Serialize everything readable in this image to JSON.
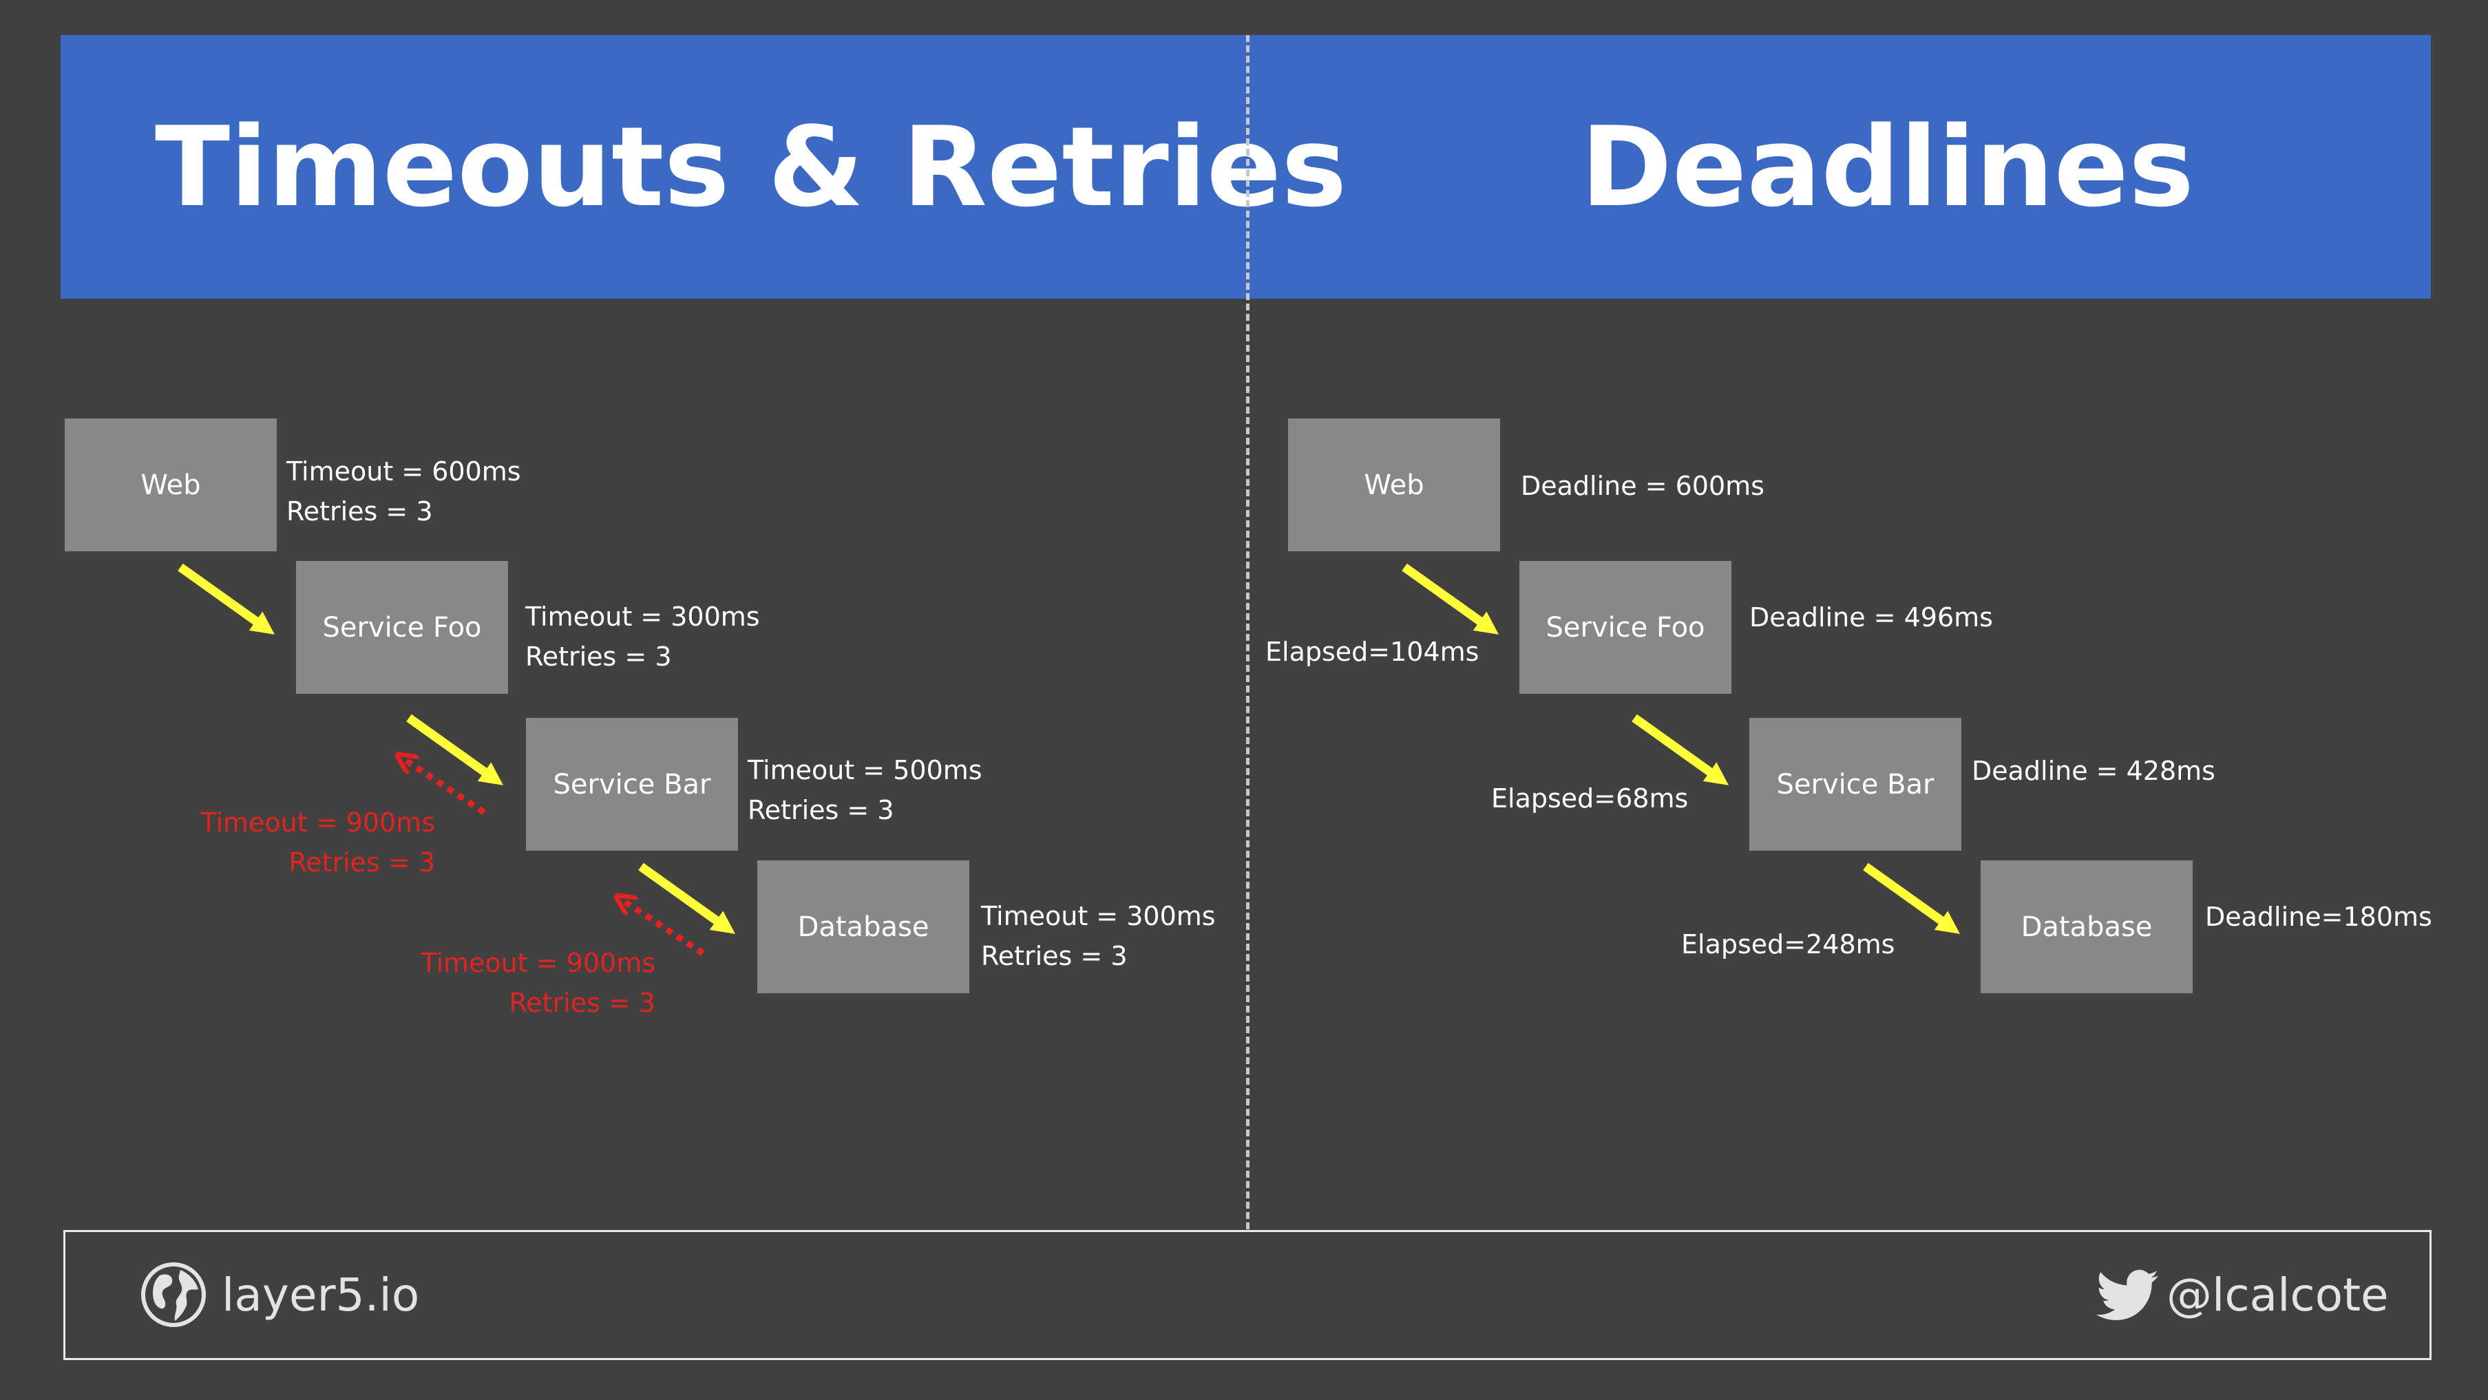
{
  "colors": {
    "background": "#414141",
    "banner": "#3c69c4",
    "box": "#888888",
    "forward_arrow": "#ffff3a",
    "retry_arrow": "#e2231f",
    "retry_text": "#e2231f"
  },
  "left": {
    "title": "Timeouts & Retries",
    "nodes": [
      {
        "name": "Web",
        "line1": "Timeout = 600ms",
        "line2": "Retries = 3"
      },
      {
        "name": "Service Foo",
        "line1": "Timeout = 300ms",
        "line2": "Retries = 3"
      },
      {
        "name": "Service Bar",
        "line1": "Timeout = 500ms",
        "line2": "Retries = 3"
      },
      {
        "name": "Database",
        "line1": "Timeout = 300ms",
        "line2": "Retries = 3"
      }
    ],
    "retry_notes": [
      {
        "line1": "Timeout = 900ms",
        "line2": "Retries = 3"
      },
      {
        "line1": "Timeout = 900ms",
        "line2": "Retries = 3"
      }
    ]
  },
  "right": {
    "title": "Deadlines",
    "nodes": [
      {
        "name": "Web",
        "deadline": "Deadline = 600ms"
      },
      {
        "name": "Service Foo",
        "deadline": "Deadline = 496ms"
      },
      {
        "name": "Service Bar",
        "deadline": "Deadline = 428ms"
      },
      {
        "name": "Database",
        "deadline": "Deadline=180ms"
      }
    ],
    "elapsed": [
      "Elapsed=104ms",
      "Elapsed=68ms",
      "Elapsed=248ms"
    ]
  },
  "footer": {
    "site_icon": "globe-icon",
    "site": "layer5.io",
    "social_icon": "twitter-bird-icon",
    "handle": "@lcalcote"
  }
}
